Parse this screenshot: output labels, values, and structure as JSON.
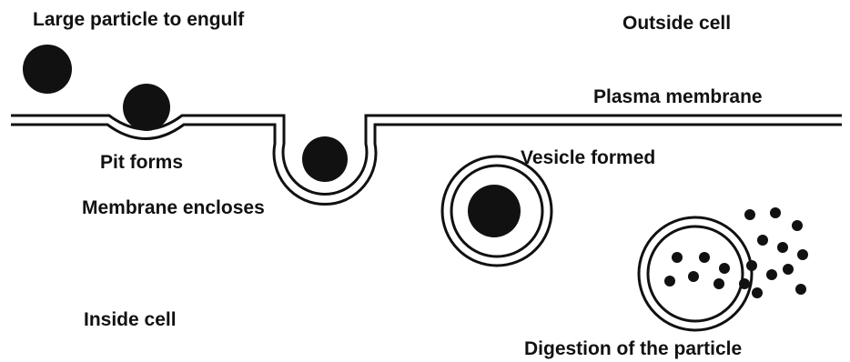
{
  "labels": {
    "large_particle": "Large particle to engulf",
    "outside_cell": "Outside cell",
    "plasma_membrane": "Plasma membrane",
    "pit_forms": "Pit forms",
    "vesicle_formed": "Vesicle formed",
    "membrane_encloses": "Membrane encloses",
    "inside_cell": "Inside cell",
    "digestion": "Digestion of the particle"
  },
  "colors": {
    "ink": "#111111",
    "background": "#ffffff"
  }
}
